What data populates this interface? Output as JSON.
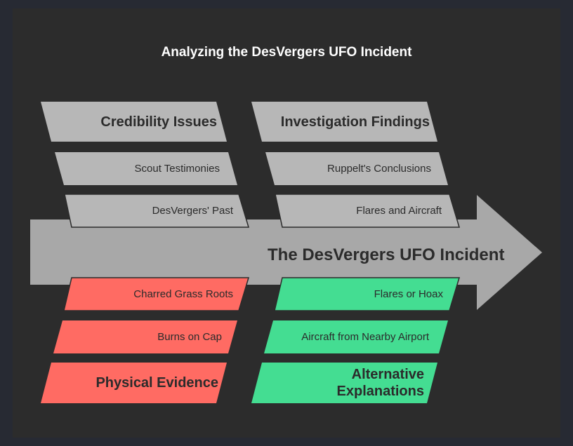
{
  "title": "Analyzing the DesVergers UFO Incident",
  "spine": {
    "label": "The DesVergers UFO Incident"
  },
  "colors": {
    "background": "#2c2c2c",
    "spine": "#a8a8a8",
    "top_categories": "#b7b7b7",
    "physical_evidence": "#ff6b63",
    "alternative_explanations": "#44dd92"
  },
  "categories": [
    {
      "label": "Credibility Issues",
      "causes": [
        "Scout Testimonies",
        "DesVergers' Past"
      ]
    },
    {
      "label": "Investigation Findings",
      "causes": [
        "Ruppelt's Conclusions",
        "Flares and Aircraft"
      ]
    },
    {
      "label": "Physical Evidence",
      "causes": [
        "Charred Grass Roots",
        "Burns on Cap"
      ]
    },
    {
      "label": "Alternative Explanations",
      "causes": [
        "Flares or Hoax",
        "Aircraft from Nearby Airport"
      ]
    }
  ]
}
